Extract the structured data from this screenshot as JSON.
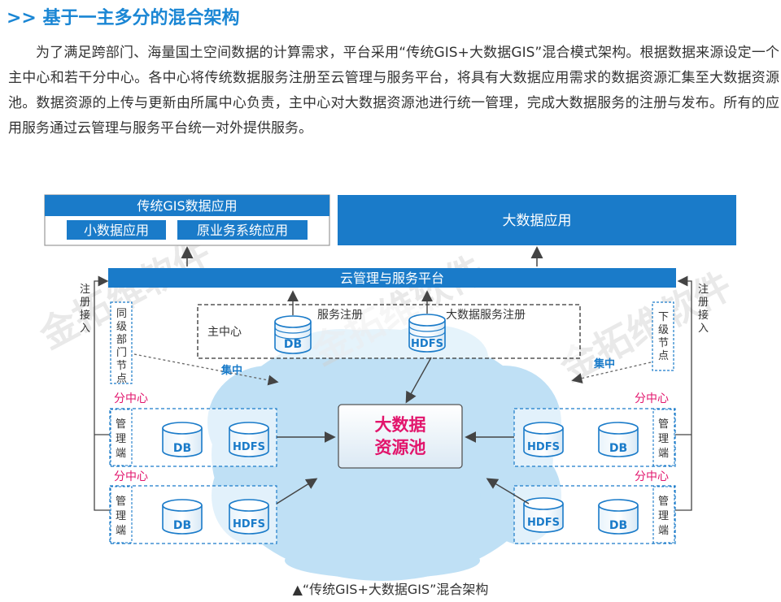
{
  "heading": ">> 基于一主多分的混合架构",
  "paragraph": "为了满足跨部门、海量国土空间数据的计算需求，平台采用“传统GIS+大数据GIS”混合模式架构。根据数据来源设定一个主中心和若干分中心。各中心将传统数据服务注册至云管理与服务平台，将具有大数据应用需求的数据资源汇集至大数据资源池。数据资源的上传与更新由所属中心负责，主中心对大数据资源池进行统一管理，完成大数据服务的注册与发布。所有的应用服务通过云管理与服务平台统一对外提供服务。",
  "diagram": {
    "gis_app_title": "传统GIS数据应用",
    "small_data_app": "小数据应用",
    "legacy_app": "原业务系统应用",
    "big_data_app": "大数据应用",
    "cloud_platform": "云管理与服务平台",
    "main_center": "主中心",
    "service_reg": "服务注册",
    "bigdata_service_reg": "大数据服务注册",
    "db": "DB",
    "hdfs": "HDFS",
    "pool_line1": "大数据",
    "pool_line2": "资源池",
    "reg_access": "注册接入",
    "same_level": "同级部门节点",
    "lower_node": "下级节点",
    "gather": "集中",
    "sub_center": "分中心",
    "mgmt_end": "管理端",
    "watermark": "金拓维软件",
    "colors": {
      "blue": "#1a7bc9",
      "heading": "#1a86d4",
      "pink": "#e2156c",
      "cloud": "#bfe0f5"
    }
  },
  "caption": "▲“传统GIS+大数据GIS”混合架构"
}
